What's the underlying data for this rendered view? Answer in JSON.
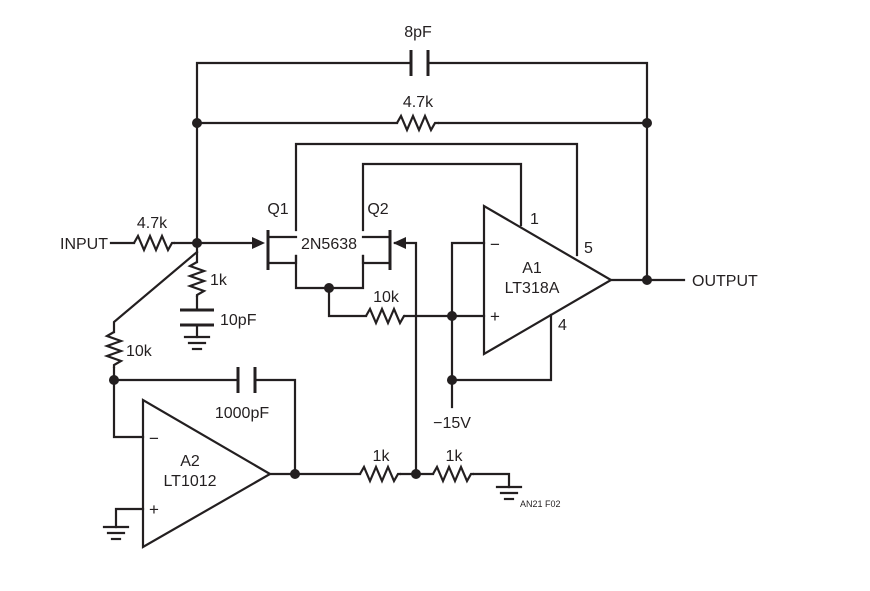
{
  "diagram": {
    "labels": {
      "cap_feedback": "8pF",
      "res_feedback": "4.7k",
      "input": "INPUT",
      "res_input": "4.7k",
      "q1": "Q1",
      "q2": "Q2",
      "jfet_part": "2N5638",
      "res_1k_gate": "1k",
      "cap_10pf": "10pF",
      "res_10k_source": "10k",
      "res_10k_left": "10k",
      "cap_1000pf": "1000pF",
      "supply_neg": "−15V",
      "res_1k_a": "1k",
      "res_1k_b": "1k",
      "figure_id": "AN21 F02",
      "output": "OUTPUT"
    },
    "amp_a1": {
      "name": "A1",
      "part": "LT318A",
      "pin_1": "1",
      "pin_5": "5",
      "pin_4": "4",
      "inv_sign": "−",
      "noninv_sign": "+"
    },
    "amp_a2": {
      "name": "A2",
      "part": "LT1012",
      "inv_sign": "−",
      "noninv_sign": "+"
    }
  }
}
